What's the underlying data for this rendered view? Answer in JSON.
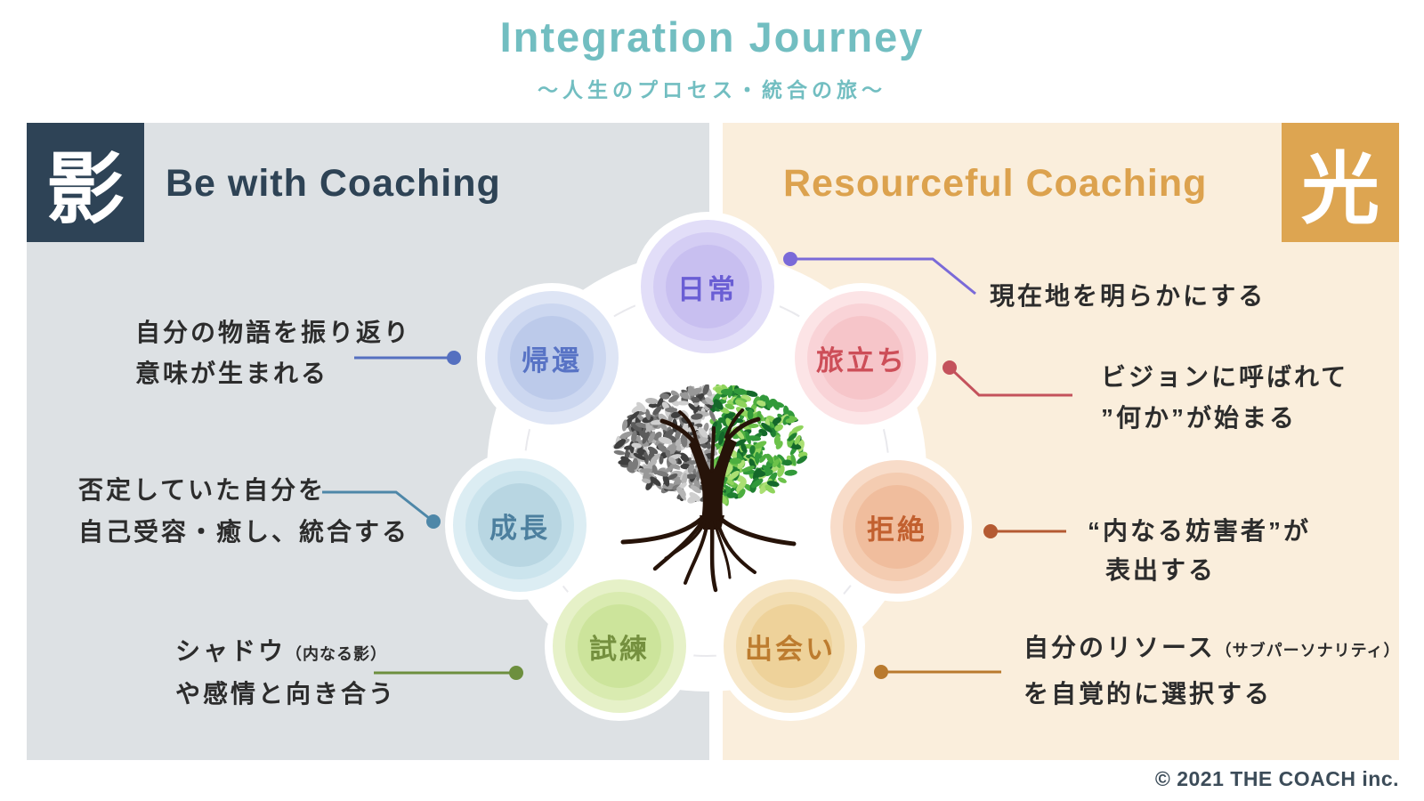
{
  "title": "Integration Journey",
  "subtitle": "～人生のプロセス・統合の旅～",
  "theme": {
    "title_color": "#72bec1",
    "shadow_panel_bg": "#dde1e4",
    "light_panel_bg": "#faeedc",
    "shadow_badge_bg": "#2e4356",
    "light_badge_bg": "#dda551",
    "shadow_heading_color": "#2e4355",
    "light_heading_color": "#dca24e",
    "annotation_text_color": "#2c2c2c"
  },
  "shadow_panel": {
    "kanji": "影",
    "heading": "Be with Coaching"
  },
  "light_panel": {
    "kanji": "光",
    "heading": "Resourceful Coaching"
  },
  "nodes": [
    {
      "id": "nichijo",
      "label": "日常",
      "label_color": "#6a5ed4",
      "colors": [
        "#e2def8",
        "#d4cdf4",
        "#c8bff0"
      ]
    },
    {
      "id": "tabidachi",
      "label": "旅立ち",
      "label_color": "#cd4e58",
      "colors": [
        "#fce4e6",
        "#f9d3d7",
        "#f6c5c9"
      ]
    },
    {
      "id": "kyozetsu",
      "label": "拒絶",
      "label_color": "#c2602f",
      "colors": [
        "#f8dcc9",
        "#f4ccb1",
        "#f0bd9d"
      ]
    },
    {
      "id": "deai",
      "label": "出会い",
      "label_color": "#bd7c2f",
      "colors": [
        "#f7e8cb",
        "#f2ddb1",
        "#eed29a"
      ]
    },
    {
      "id": "shiren",
      "label": "試練",
      "label_color": "#75903f",
      "colors": [
        "#e6f1c8",
        "#d9ebb0",
        "#cce49b"
      ]
    },
    {
      "id": "seicho",
      "label": "成長",
      "label_color": "#4c7f9e",
      "colors": [
        "#dcedf3",
        "#cbe4ed",
        "#b8d6e2"
      ]
    },
    {
      "id": "kikan",
      "label": "帰還",
      "label_color": "#5873c5",
      "colors": [
        "#dee5f5",
        "#ccd7f0",
        "#bccaea"
      ]
    }
  ],
  "annotations": [
    {
      "node": "日常",
      "color": "#7a6ad8",
      "line1": "現在地を明らかにする",
      "line1_small": "",
      "line2": ""
    },
    {
      "node": "旅立ち",
      "color": "#c4525c",
      "line1": "ビジョンに呼ばれて",
      "line1_small": "",
      "line2": "”何か”が始まる"
    },
    {
      "node": "拒絶",
      "color": "#b45a32",
      "line1": "“内なる妨害者”が",
      "line1_small": "",
      "line2": "表出する"
    },
    {
      "node": "出会い",
      "color": "#b97a2e",
      "line1": "自分のリソース",
      "line1_small": "（サブパーソナリティ）",
      "line2": "を自覚的に選択する"
    },
    {
      "node": "試練",
      "color": "#6d8f3e",
      "line1": "シャドウ",
      "line1_small": "（内なる影）",
      "line2": "や感情と向き合う"
    },
    {
      "node": "成長",
      "color": "#4e87a8",
      "line1": "否定していた自分を",
      "line1_small": "",
      "line2": "自己受容・癒し、統合する"
    },
    {
      "node": "帰還",
      "color": "#5570c0",
      "line1": "自分の物語を振り返り",
      "line1_small": "",
      "line2": "意味が生まれる"
    }
  ],
  "center_tree": {
    "description": "tree with gray left canopy, green right canopy, dark trunk and roots",
    "trunk_color": "#261309",
    "gray_palette": [
      "#3f3f3f",
      "#5c5c5c",
      "#7a7a7a",
      "#989898",
      "#b5b5b5",
      "#cfcfcf"
    ],
    "green_palette": [
      "#14682a",
      "#1f7f31",
      "#31993a",
      "#4cae3f",
      "#6cc24a",
      "#8fd45c",
      "#abdf73"
    ]
  },
  "footer": {
    "copyright": "© 2021 THE COACH inc."
  }
}
